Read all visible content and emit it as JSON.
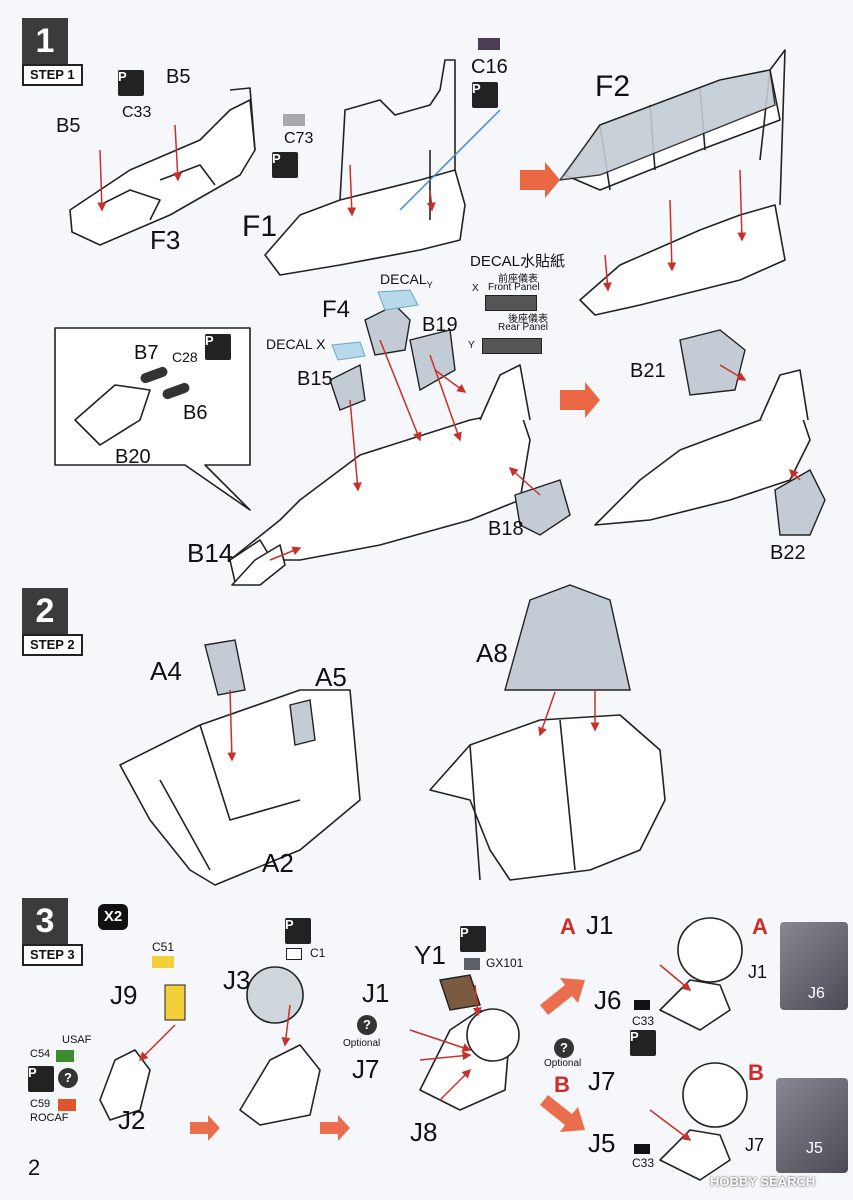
{
  "steps": [
    {
      "number": "1",
      "label": "STEP 1"
    },
    {
      "number": "2",
      "label": "STEP 2"
    },
    {
      "number": "3",
      "label": "STEP 3"
    }
  ],
  "step1": {
    "parts": {
      "b5_left": "B5",
      "b5_right": "B5",
      "c33": "C33",
      "f3": "F3",
      "c73": "C73",
      "f1": "F1",
      "c16": "C16",
      "f2": "F2",
      "f4": "F4",
      "b19": "B19",
      "b15": "B15",
      "b7": "B7",
      "c28": "C28",
      "b6": "B6",
      "b20": "B20",
      "b14": "B14",
      "b18": "B18",
      "b21": "B21",
      "b22": "B22"
    },
    "decals": {
      "decal_y": "DECAL",
      "decal_y_sub": "Y",
      "decal_x": "DECAL",
      "decal_x_sub": "X",
      "decal_title": "DECAL水貼紙",
      "front_cn": "前座儀表",
      "front_en": "Front Panel",
      "rear_cn": "後座儀表",
      "rear_en": "Rear Panel",
      "x": "X",
      "y": "Y"
    }
  },
  "step2": {
    "parts": {
      "a4": "A4",
      "a5": "A5",
      "a2": "A2",
      "a8": "A8"
    }
  },
  "step3": {
    "multiplier": "X2",
    "parts": {
      "c51": "C51",
      "j9": "J9",
      "j3": "J3",
      "c1": "C1",
      "y1": "Y1",
      "gx101": "GX101",
      "j1": "J1",
      "j7": "J7",
      "j8": "J8",
      "j2": "J2",
      "usaf": "USAF",
      "c54": "C54",
      "c59": "C59",
      "rocaf": "ROCAF",
      "optional": "Optional",
      "optional2": "Optional",
      "a": "A",
      "b": "B",
      "j1a": "J1",
      "j6": "J6",
      "c33a": "C33",
      "j7b": "J7",
      "j5": "J5",
      "c33b": "C33",
      "photo_j1": "J1",
      "photo_j6": "J6",
      "photo_j7": "J7",
      "photo_j5": "J5"
    }
  },
  "colors": {
    "c16": "#4a3d55",
    "c73": "#a6aaae",
    "c51": "#f3cf3a",
    "c54": "#3e8a2f",
    "c59": "#e0552b",
    "gx101": "#5d6167",
    "arrow": "#e8562f",
    "gray_part": "#c3ccd4"
  },
  "footer": {
    "page": "2",
    "watermark": "HOBBY SEARCH"
  }
}
